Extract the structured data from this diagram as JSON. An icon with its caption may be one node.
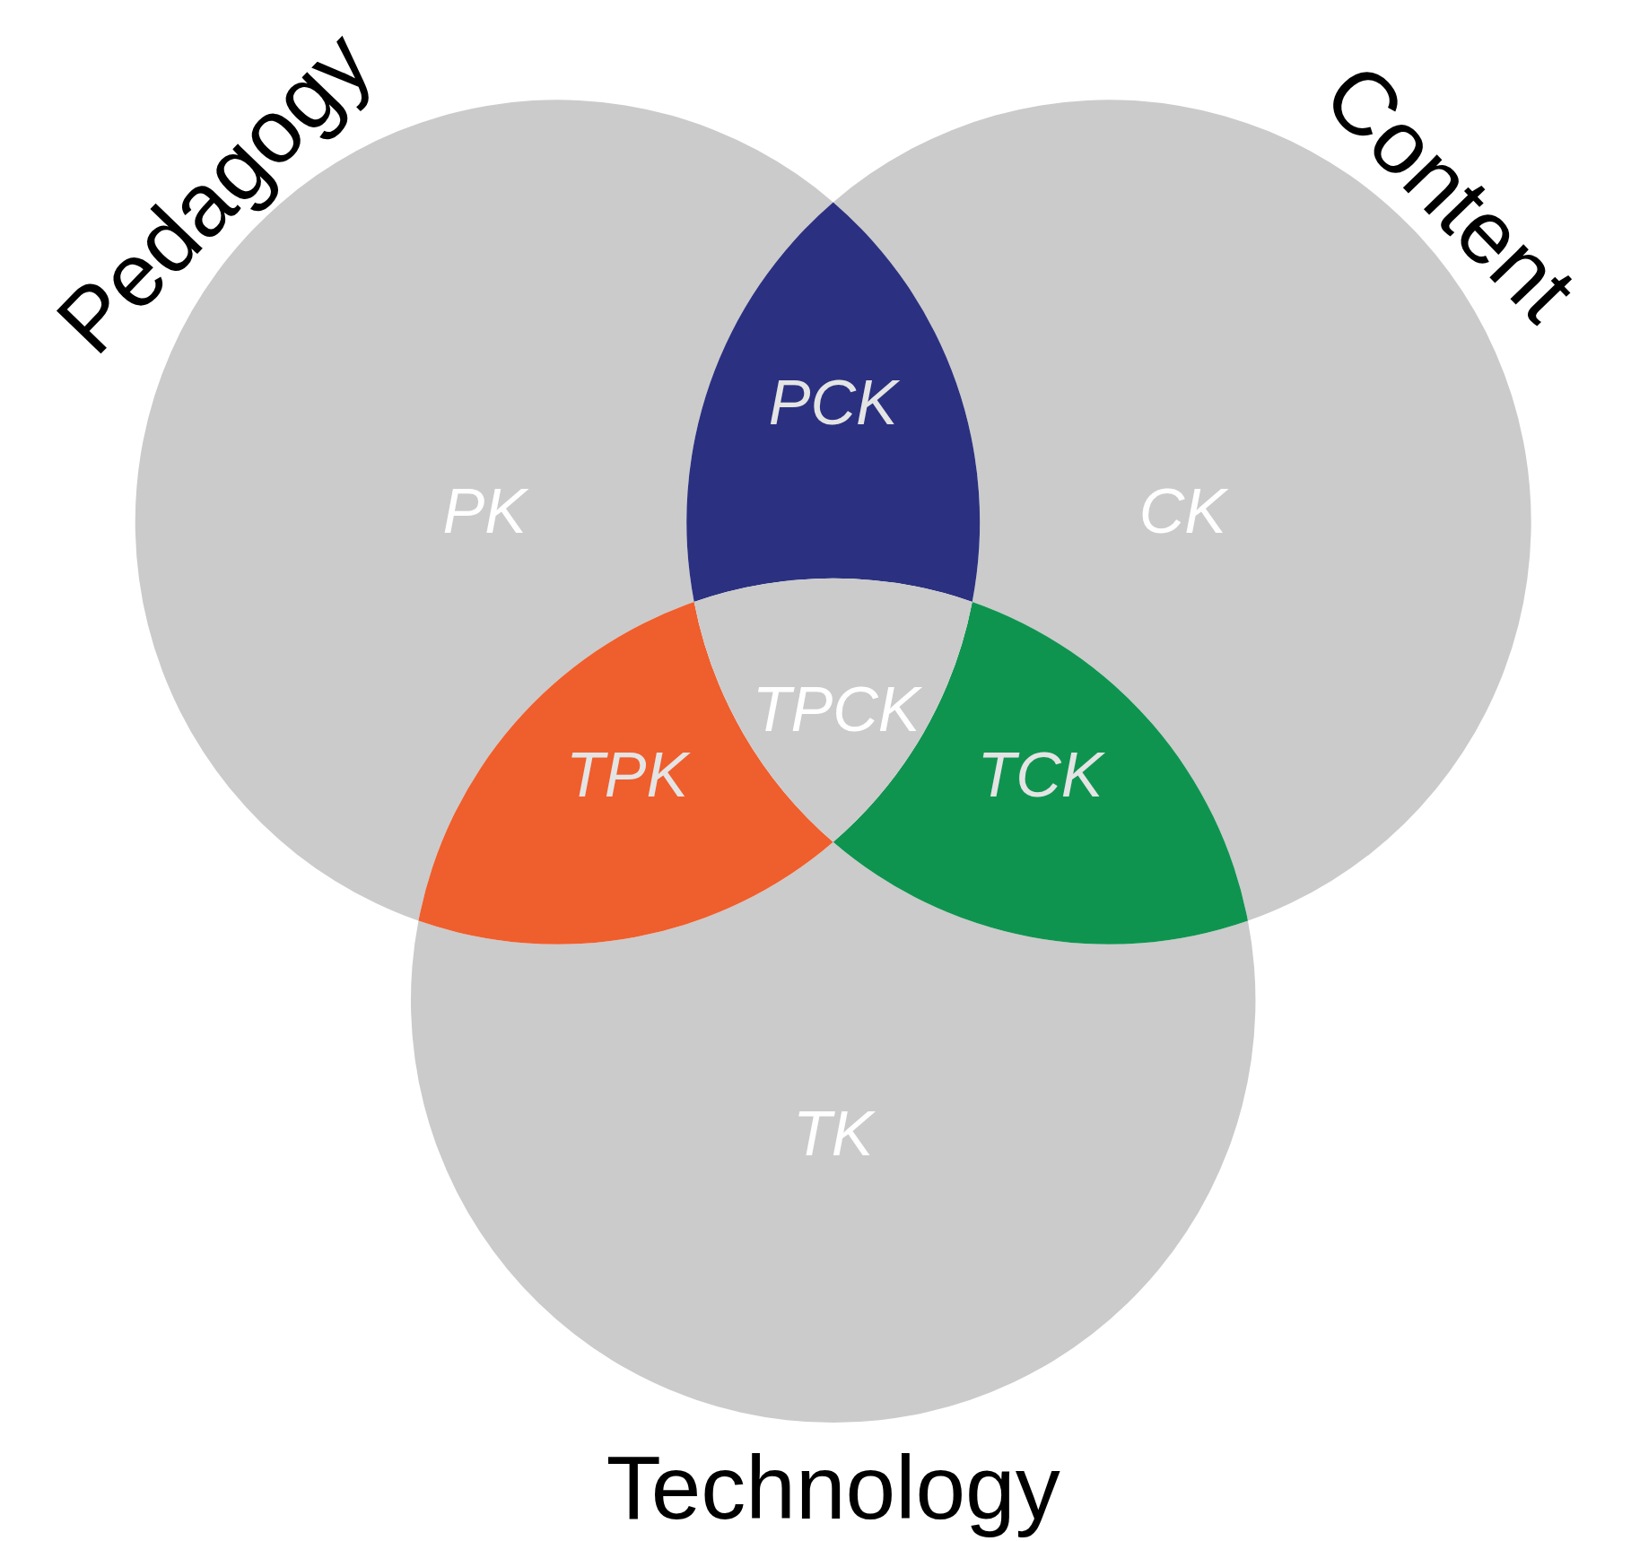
{
  "diagram": {
    "nodes": [
      {
        "text": [
          "Pedagogy",
          "PK"
        ]
      },
      {
        "text": [
          "Content",
          "CK"
        ]
      },
      {
        "text": [
          "TK",
          "Technology"
        ]
      },
      {
        "text": [
          "PCK"
        ]
      },
      {
        "text": [
          "TPK"
        ]
      },
      {
        "text": [
          "TCK"
        ]
      },
      {
        "text": [
          "TPCK"
        ]
      }
    ]
  }
}
